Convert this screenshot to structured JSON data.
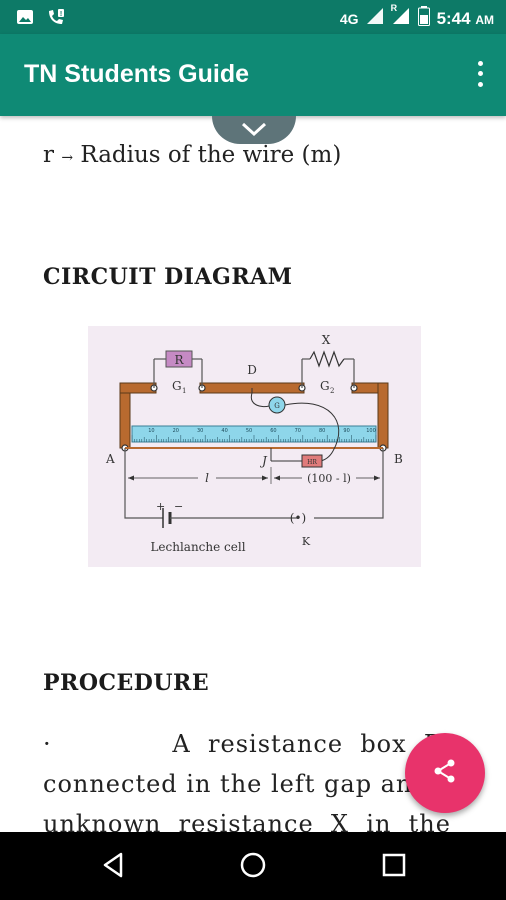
{
  "status_bar": {
    "network": "4G",
    "roaming": "R",
    "time": "5:44",
    "ampm": "AM"
  },
  "app_bar": {
    "title": "TN Students Guide"
  },
  "content": {
    "formula": {
      "symbol": "r",
      "arrow": "→",
      "text": "Radius of the wire (m)"
    },
    "circuit_heading": "CIRCUIT DIAGRAM",
    "diagram": {
      "labels": {
        "R": "R",
        "G1": "G",
        "G1_sub": "1",
        "D": "D",
        "X": "X",
        "G2": "G",
        "G2_sub": "2",
        "galvanometer": "G",
        "A": "A",
        "B": "B",
        "J": "J",
        "HR": "HR",
        "l": "l",
        "hundred_minus_l": "(100 - l)",
        "plus": "+",
        "minus": "−",
        "cell": "Lechlanche cell",
        "key_symbol": "(•)",
        "K": "K"
      },
      "scale_ticks": [
        "10",
        "20",
        "30",
        "40",
        "50",
        "60",
        "70",
        "80",
        "90",
        "100"
      ]
    },
    "procedure_heading": "PROCEDURE",
    "procedure_lines": [
      "·              A  resistance  box  R",
      "connected in the left gap and",
      "unknown  resistance  X  in  the"
    ]
  },
  "icons": {
    "fab": "share-icon",
    "pull_tab": "chevron-down-icon"
  },
  "colors": {
    "status_bar": "#0d7a67",
    "app_bar": "#0f8a75",
    "fab": "#e8336b",
    "copper_strip": "#b86a2f",
    "meter_scale": "#8ed6ea"
  }
}
